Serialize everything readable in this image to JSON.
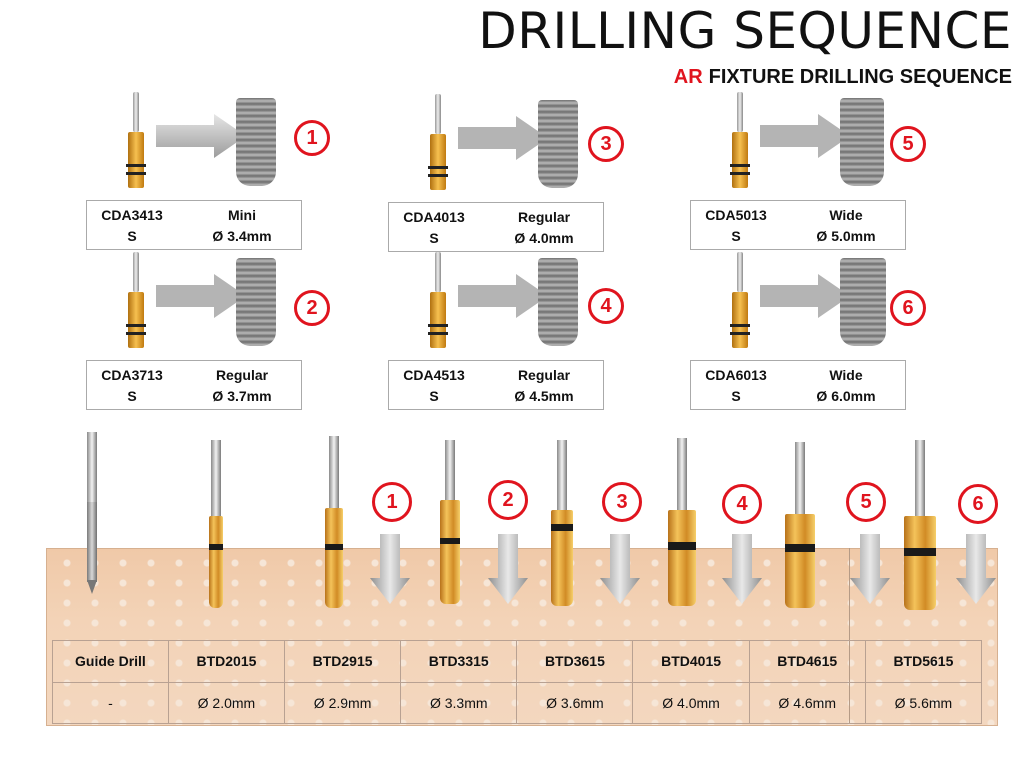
{
  "title": "DRILLING SEQUENCE",
  "subtitle": {
    "prefix": "AR",
    "text": "FIXTURE DRILLING SEQUENCE"
  },
  "colors": {
    "accent": "#e0141e",
    "gold": "#f4c35a",
    "bone": "#f3d3b7"
  },
  "fixtures": [
    {
      "step": "1",
      "code": "CDA3413",
      "code2": "S",
      "type": "Mini",
      "diameter": "Ø 3.4mm"
    },
    {
      "step": "2",
      "code": "CDA3713",
      "code2": "S",
      "type": "Regular",
      "diameter": "Ø 3.7mm"
    },
    {
      "step": "3",
      "code": "CDA4013",
      "code2": "S",
      "type": "Regular",
      "diameter": "Ø 4.0mm"
    },
    {
      "step": "4",
      "code": "CDA4513",
      "code2": "S",
      "type": "Regular",
      "diameter": "Ø 4.5mm"
    },
    {
      "step": "5",
      "code": "CDA5013",
      "code2": "S",
      "type": "Wide",
      "diameter": "Ø 5.0mm"
    },
    {
      "step": "6",
      "code": "CDA6013",
      "code2": "S",
      "type": "Wide",
      "diameter": "Ø 6.0mm"
    }
  ],
  "sequence_numbers": [
    "1",
    "2",
    "3",
    "4",
    "5",
    "6"
  ],
  "drills": [
    {
      "name": "Guide Drill",
      "diameter": "-"
    },
    {
      "name": "BTD2015",
      "diameter": "Ø 2.0mm"
    },
    {
      "name": "BTD2915",
      "diameter": "Ø 2.9mm"
    },
    {
      "name": "BTD3315",
      "diameter": "Ø 3.3mm"
    },
    {
      "name": "BTD3615",
      "diameter": "Ø 3.6mm"
    },
    {
      "name": "BTD4015",
      "diameter": "Ø 4.0mm"
    },
    {
      "name": "BTD4615",
      "diameter": "Ø 4.6mm"
    },
    {
      "name": "BTD5615",
      "diameter": "Ø 5.6mm"
    }
  ]
}
